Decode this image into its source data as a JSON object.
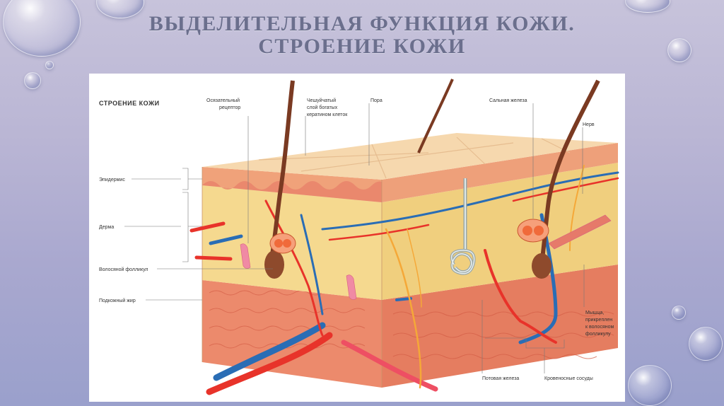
{
  "slide": {
    "title_line1": "ВЫДЕЛИТЕЛЬНАЯ ФУНКЦИЯ КОЖИ.",
    "title_line2": "СТРОЕНИЕ КОЖИ"
  },
  "diagram": {
    "heading": "СТРОЕНИЕ КОЖИ",
    "left_labels": {
      "epidermis": "Эпидермис",
      "dermis": "Дерма",
      "hair_follicle": "Волосяной фолликул",
      "subcutaneous_fat": "Подкожный жир"
    },
    "top_labels": {
      "receptor_l1": "Осязательный",
      "receptor_l2": "рецептор",
      "scaly_l1": "Чешуйчатый",
      "scaly_l2": "слой богатых",
      "scaly_l3": "кератином клеток",
      "pore": "Пора",
      "sebaceous": "Сальная железа",
      "nerve": "Нерв"
    },
    "right_labels": {
      "muscle_l1": "Мышца,",
      "muscle_l2": "прикреплен",
      "muscle_l3": "к волосяном",
      "muscle_l4": "фолликулу"
    },
    "bottom_labels": {
      "sweat_gland": "Потовая железа",
      "blood_vessels": "Кровеносные сосуды"
    },
    "colors": {
      "epidermis_top": "#f2cfa0",
      "dermis": "#f3d98a",
      "fat": "#ef8c6e",
      "artery": "#e8332a",
      "vein": "#2a6db5",
      "hair": "#7a3a22"
    }
  }
}
